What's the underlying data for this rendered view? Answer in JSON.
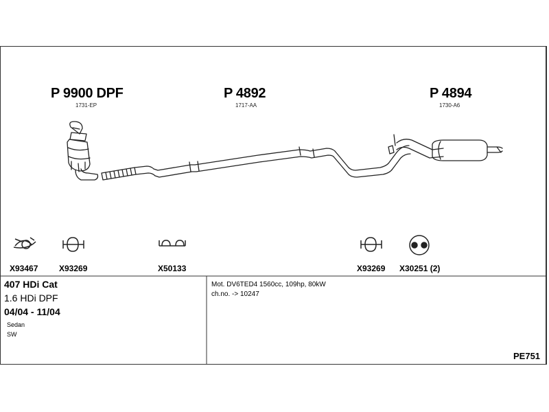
{
  "parts": [
    {
      "number": "P 9900 DPF",
      "ref": "1731-EP"
    },
    {
      "number": "P 4892",
      "ref": "1717-AA"
    },
    {
      "number": "P 4894",
      "ref": "1730-A6"
    }
  ],
  "hardware": [
    {
      "code": "X93467",
      "icon": "band-clamp-icon"
    },
    {
      "code": "X93269",
      "icon": "u-bolt-clamp-icon"
    },
    {
      "code": "X50133",
      "icon": "gasket-icon"
    },
    {
      "code": "X93269",
      "icon": "u-bolt-clamp-icon"
    },
    {
      "code": "X30251 (2)",
      "icon": "rubber-mount-icon"
    }
  ],
  "vehicle": {
    "model": "407 HDi Cat",
    "engine_short": "1.6 HDi DPF",
    "years": "04/04 - 11/04",
    "body1": "Sedan",
    "body2": "SW"
  },
  "specs": {
    "engine": "Mot. DV6TED4 1560cc, 109hp, 80kW",
    "chassis": "ch.no. -> 10247"
  },
  "doc_code": "PE751"
}
